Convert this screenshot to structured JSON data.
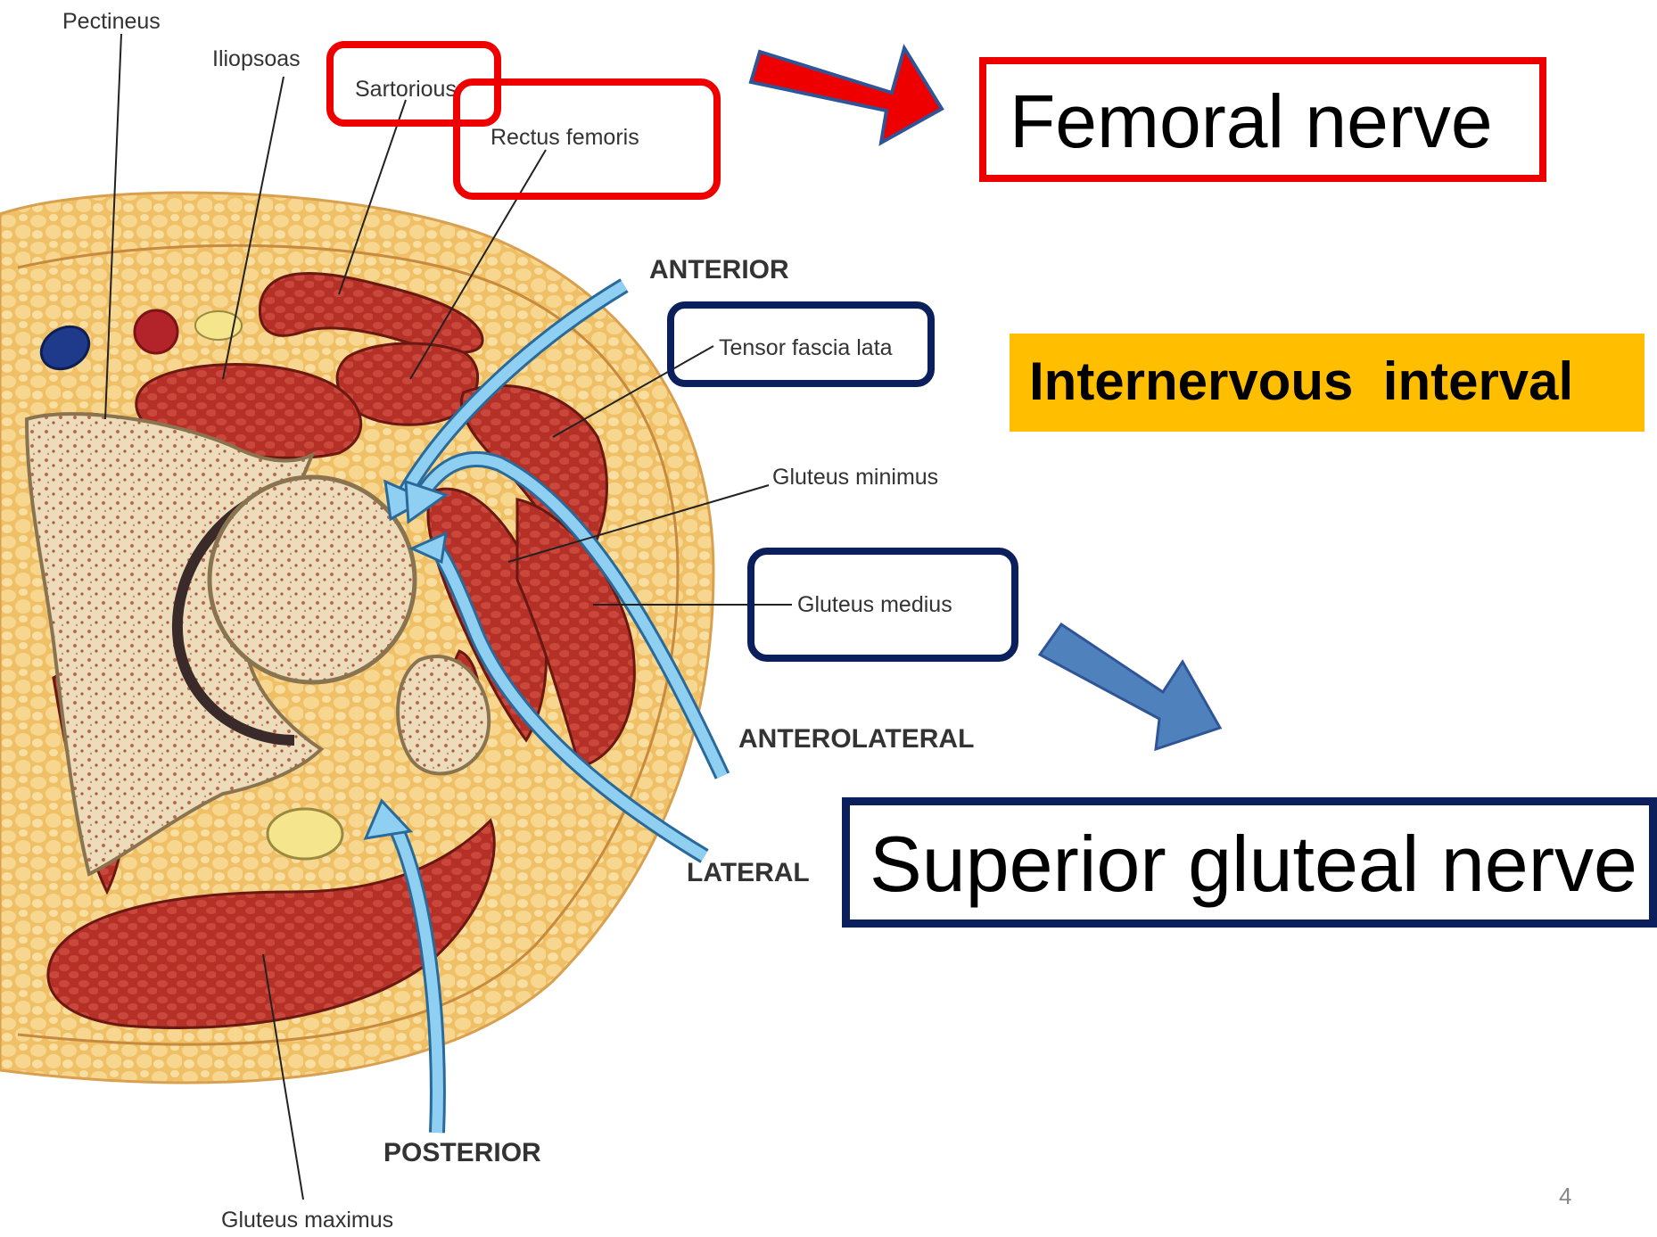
{
  "labels": {
    "pectineus": "Pectineus",
    "iliopsoas": "Iliopsoas",
    "sartorius": "Sartorious",
    "rectus_femoris": "Rectus femoris",
    "tensor_fascia_lata": "Tensor fascia lata",
    "gluteus_minimus": "Gluteus minimus",
    "gluteus_medius": "Gluteus medius",
    "gluteus_maximus": "Gluteus maximus"
  },
  "directions": {
    "anterior": "ANTERIOR",
    "anterolateral": "ANTEROLATERAL",
    "lateral": "LATERAL",
    "posterior": "POSTERIOR"
  },
  "callouts": {
    "femoral_nerve": "Femoral nerve",
    "internervous_interval": "Internervous  interval",
    "superior_gluteal_nerve": "Superior gluteal nerve"
  },
  "page_number": "4",
  "colors": {
    "red_highlight": "#ee0000",
    "navy_highlight": "#0a1f5c",
    "interval_fill": "#ffbf00",
    "approach_arrow": "#7ec8f0",
    "blue_arrow": "#4f81bd",
    "fat": "#f2c878",
    "muscle": "#b8302a",
    "bone": "#efe3c6"
  }
}
